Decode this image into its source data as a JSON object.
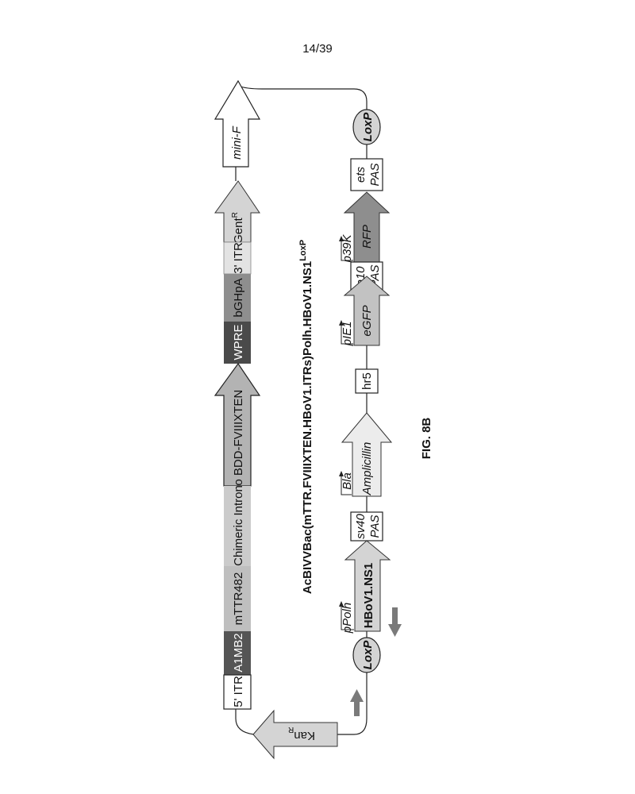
{
  "page_number": "14/39",
  "construct_title": "AcBIVVBac(mTTR.FVIIIXTEN.HBoV1.ITRs)Polh.HBoV1.NS1",
  "construct_title_sup": "LoxP",
  "figure_label": "FIG. 8B",
  "left_cassette": {
    "mini_f": "mini-F",
    "gent": "Gent",
    "gent_sup": "R",
    "itr3": "3' ITR",
    "bghpa": "bGHpA",
    "wpre": "WPRE",
    "fviii": "co BDD-FVIIIXTEN",
    "intron": "Chimeric Intron",
    "mttr": "mTTR482",
    "a1mb2": "A1MB2",
    "itr5": "5' ITR",
    "kan": "Kan",
    "kan_sup": "R"
  },
  "right_cassette": {
    "loxp_top": "LoxP",
    "ets": "ets",
    "ets_pas": "PAS",
    "rfp": "RFP",
    "p39k": "p39K",
    "p10": "p10",
    "p10_pas": "PAS",
    "egfp": "eGFP",
    "pie1": "pIE1",
    "hr5": "hr5",
    "amp": "Amplicillin",
    "bla": "Bla",
    "sv40": "sv40",
    "sv40_pas": "PAS",
    "ns1": "HBoV1.NS1",
    "ppolh": "pPolh",
    "loxp_bottom": "LoxP"
  },
  "colors": {
    "light": "#d4d4d4",
    "mid": "#bdbdbd",
    "dark": "#5a5a5a",
    "rfp": "#8e8e8e",
    "arrow_marker": "#7a7a7a"
  }
}
